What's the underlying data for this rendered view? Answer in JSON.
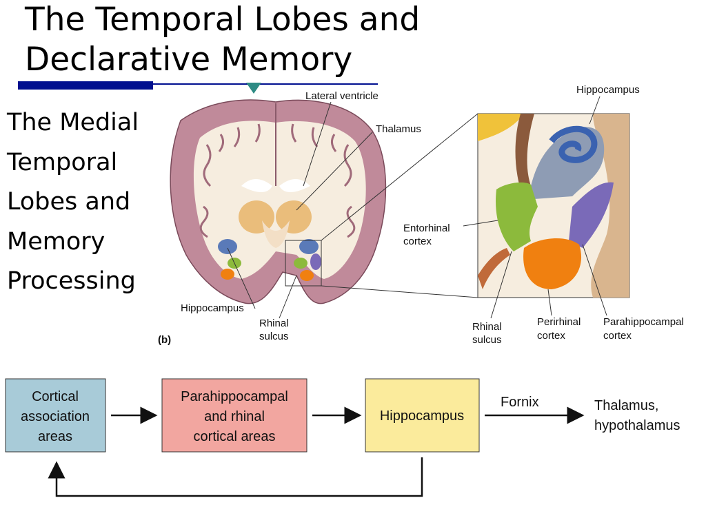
{
  "slide": {
    "title_line1": "The Temporal Lobes and",
    "title_line2": "Declarative Memory",
    "subtitle_lines": [
      "The Medial",
      "Temporal",
      "Lobes and",
      "Memory",
      "Processing"
    ]
  },
  "figure": {
    "panel_label": "(b)",
    "labels": {
      "lateral_ventricle": "Lateral ventricle",
      "thalamus": "Thalamus",
      "hippocampus_left": "Hippocampus",
      "rhinal_sulcus_1": "Rhinal",
      "rhinal_sulcus_2": "sulcus",
      "hippocampus_top": "Hippocampus",
      "entorhinal_1": "Entorhinal",
      "entorhinal_2": "cortex",
      "rhinal2_1": "Rhinal",
      "rhinal2_2": "sulcus",
      "perirhinal_1": "Perirhinal",
      "perirhinal_2": "cortex",
      "parahippocampal_1": "Parahippocampal",
      "parahippocampal_2": "cortex"
    },
    "colors": {
      "cortex_pink": "#c08a9a",
      "white_matter": "#f6eddf",
      "thalamus_orange": "#e8b46a",
      "hippocampus_blue": "#5a7ab8",
      "entorhinal_green": "#8cba3c",
      "perirhinal_orange": "#f08010",
      "parahippocampal_purple": "#7a6ab8"
    }
  },
  "flowchart": {
    "box1": [
      "Cortical",
      "association",
      "areas"
    ],
    "box2": [
      "Parahippocampal",
      "and rhinal",
      "cortical areas"
    ],
    "box3": "Hippocampus",
    "arrow_label": "Fornix",
    "target": [
      "Thalamus,",
      "hypothalamus"
    ],
    "colors": {
      "box1": "#a8cbd8",
      "box2": "#f2a6a0",
      "box3": "#fbeb9c"
    }
  }
}
